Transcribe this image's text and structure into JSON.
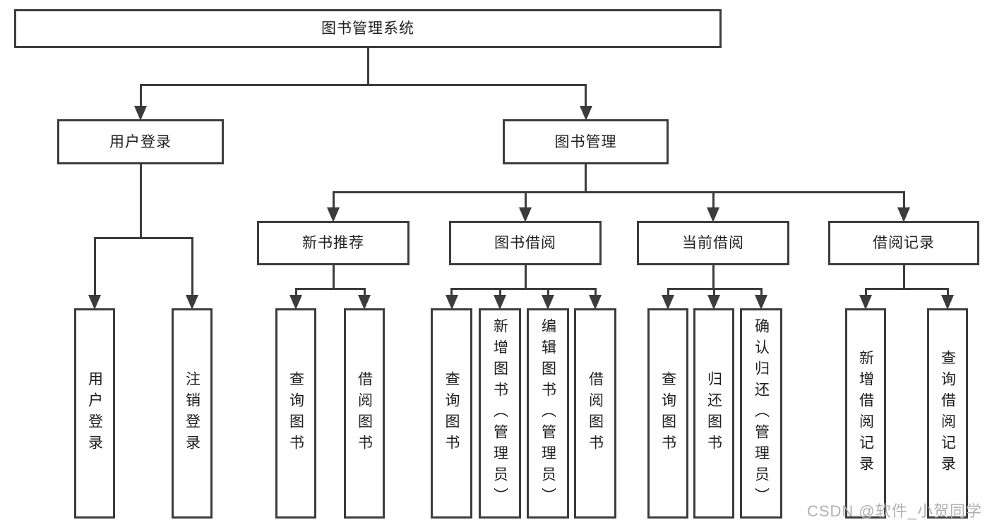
{
  "colors": {
    "line": "#3c3c3c",
    "text": "#1f1f1f",
    "background": "#ffffff",
    "watermark": "#b0b0b0"
  },
  "watermark": "CSDN @软件_小贺同学",
  "tree": {
    "id": "root",
    "label": "图书管理系统",
    "children": [
      {
        "id": "user-login",
        "label": "用户登录",
        "children": [
          {
            "id": "login",
            "label": "用户登录"
          },
          {
            "id": "logout",
            "label": "注销登录"
          }
        ]
      },
      {
        "id": "book-mgmt",
        "label": "图书管理",
        "children": [
          {
            "id": "new-book-rec",
            "label": "新书推荐",
            "children": [
              {
                "id": "nb-query",
                "label": "查询图书"
              },
              {
                "id": "nb-borrow",
                "label": "借阅图书"
              }
            ]
          },
          {
            "id": "book-borrow",
            "label": "图书借阅",
            "children": [
              {
                "id": "bb-query",
                "label": "查询图书"
              },
              {
                "id": "bb-add",
                "label": "新增图书（管理员）"
              },
              {
                "id": "bb-edit",
                "label": "编辑图书（管理员）"
              },
              {
                "id": "bb-borrow",
                "label": "借阅图书"
              }
            ]
          },
          {
            "id": "current-borrow",
            "label": "当前借阅",
            "children": [
              {
                "id": "cb-query",
                "label": "查询图书"
              },
              {
                "id": "cb-return",
                "label": "归还图书"
              },
              {
                "id": "cb-confirm",
                "label": "确认归还（管理员）"
              }
            ]
          },
          {
            "id": "borrow-records",
            "label": "借阅记录",
            "children": [
              {
                "id": "br-add",
                "label": "新增借阅记录"
              },
              {
                "id": "br-query",
                "label": "查询借阅记录"
              }
            ]
          }
        ]
      }
    ]
  }
}
